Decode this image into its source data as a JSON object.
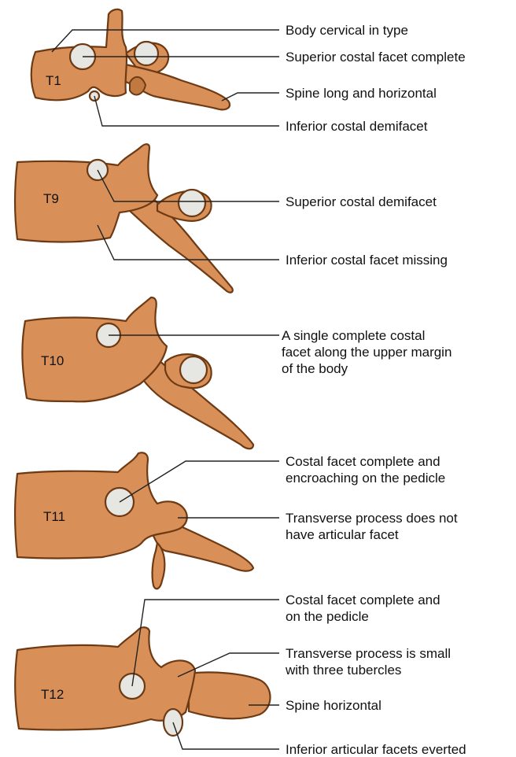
{
  "vertebrae": {
    "t1": {
      "label": "T1"
    },
    "t9": {
      "label": "T9"
    },
    "t10": {
      "label": "T10"
    },
    "t11": {
      "label": "T11"
    },
    "t12": {
      "label": "T12"
    }
  },
  "annotations": {
    "t1_body": "Body cervical in type",
    "t1_superior_facet": "Superior costal facet complete",
    "t1_spine": "Spine long and horizontal",
    "t1_inferior_demifacet": "Inferior costal demifacet",
    "t9_superior_demifacet": "Superior costal demifacet",
    "t9_inferior_facet_missing": "Inferior costal facet missing",
    "t10_single_facet": [
      "A single complete costal",
      "facet along the upper margin",
      "of the body"
    ],
    "t11_costal_facet": [
      "Costal facet complete and",
      "encroaching on the pedicle"
    ],
    "t11_transverse": [
      "Transverse process does not",
      "have articular facet"
    ],
    "t12_costal_facet": [
      "Costal facet complete and",
      "on the pedicle"
    ],
    "t12_transverse": [
      "Transverse process is small",
      "with three tubercles"
    ],
    "t12_spine": "Spine horizontal",
    "t12_inferior_articular": "Inferior articular facets everted"
  },
  "colors": {
    "bone": "#d89058",
    "bone_outline": "#6e3a14",
    "facet": "#e6e6e2",
    "leader_line": "#222222"
  }
}
